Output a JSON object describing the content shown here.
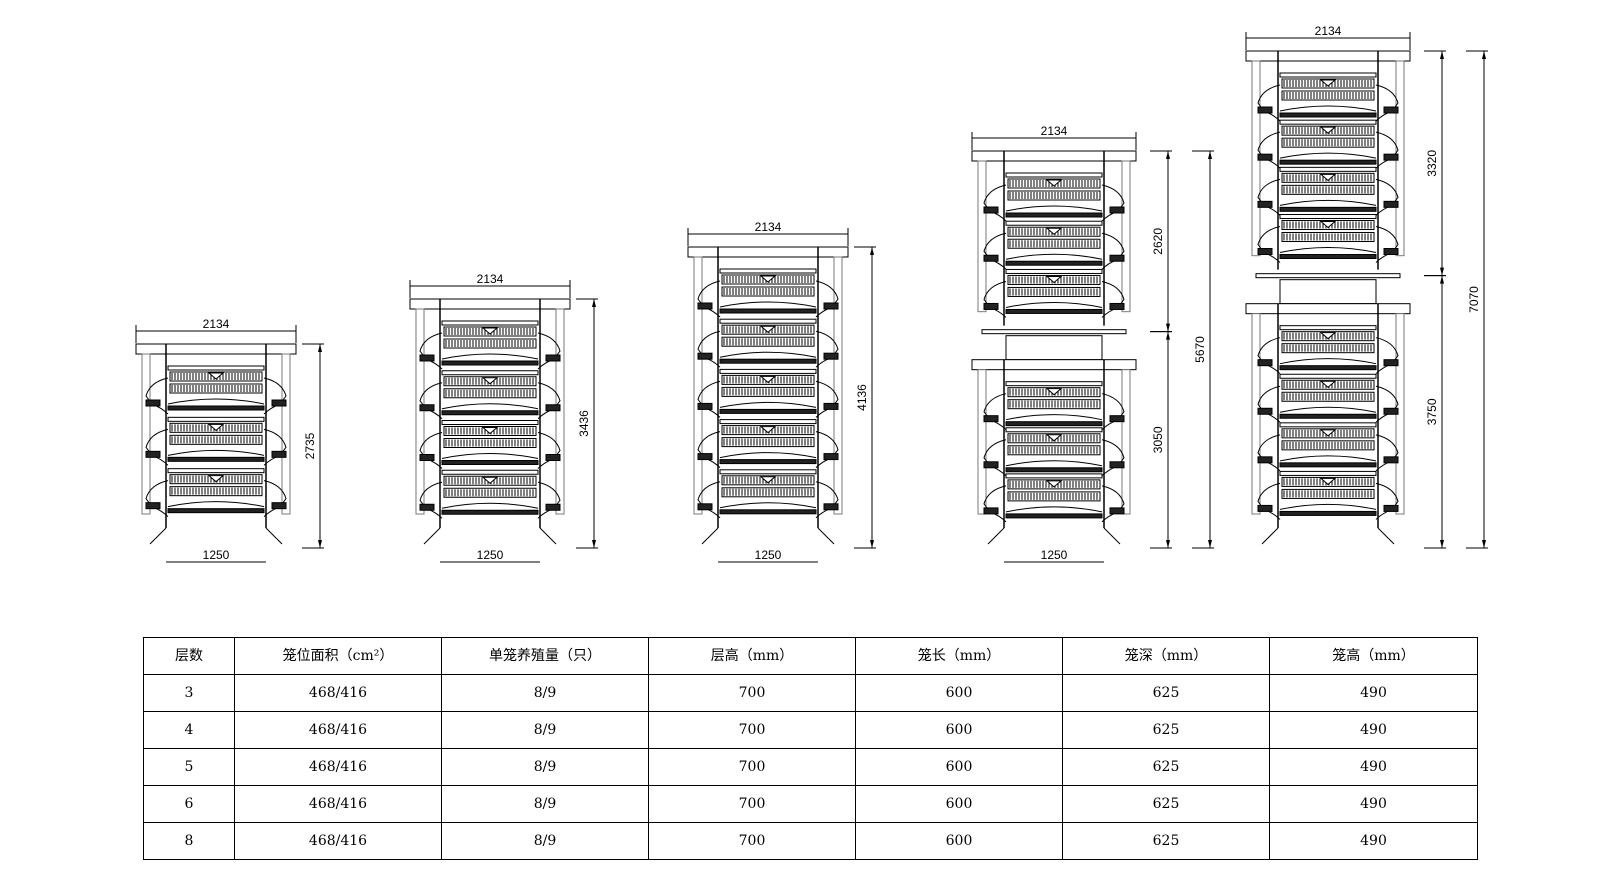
{
  "drawings": [
    {
      "id": "3-tier",
      "tiers": 3,
      "width_label": "2134",
      "base_label": "1250",
      "height_labels": [
        "2735"
      ],
      "stacked": false
    },
    {
      "id": "4-tier",
      "tiers": 4,
      "width_label": "2134",
      "base_label": "1250",
      "height_labels": [
        "3436"
      ],
      "stacked": false
    },
    {
      "id": "5-tier",
      "tiers": 5,
      "width_label": "2134",
      "base_label": "1250",
      "height_labels": [
        "4136"
      ],
      "stacked": false
    },
    {
      "id": "6-tier",
      "tiers": 6,
      "width_label": "2134",
      "base_label": "1250",
      "height_labels": [
        "2620",
        "3050",
        "5670"
      ],
      "stacked": true
    },
    {
      "id": "8-tier",
      "tiers": 8,
      "width_label": "2134",
      "base_label": "",
      "height_labels": [
        "3320",
        "3750",
        "7070"
      ],
      "stacked": true
    }
  ],
  "table": {
    "headers": [
      "层数",
      "笼位面积（cm²）",
      "单笼养殖量（只）",
      "层高（mm）",
      "笼长（mm）",
      "笼深（mm）",
      "笼高（mm）"
    ],
    "rows": [
      [
        "3",
        "468/416",
        "8/9",
        "700",
        "600",
        "625",
        "490"
      ],
      [
        "4",
        "468/416",
        "8/9",
        "700",
        "600",
        "625",
        "490"
      ],
      [
        "5",
        "468/416",
        "8/9",
        "700",
        "600",
        "625",
        "490"
      ],
      [
        "6",
        "468/416",
        "8/9",
        "700",
        "600",
        "625",
        "490"
      ],
      [
        "8",
        "468/416",
        "8/9",
        "700",
        "600",
        "625",
        "490"
      ]
    ]
  },
  "colors": {
    "line": "#000000",
    "grey": "#7a7a7a",
    "background": "#ffffff"
  }
}
